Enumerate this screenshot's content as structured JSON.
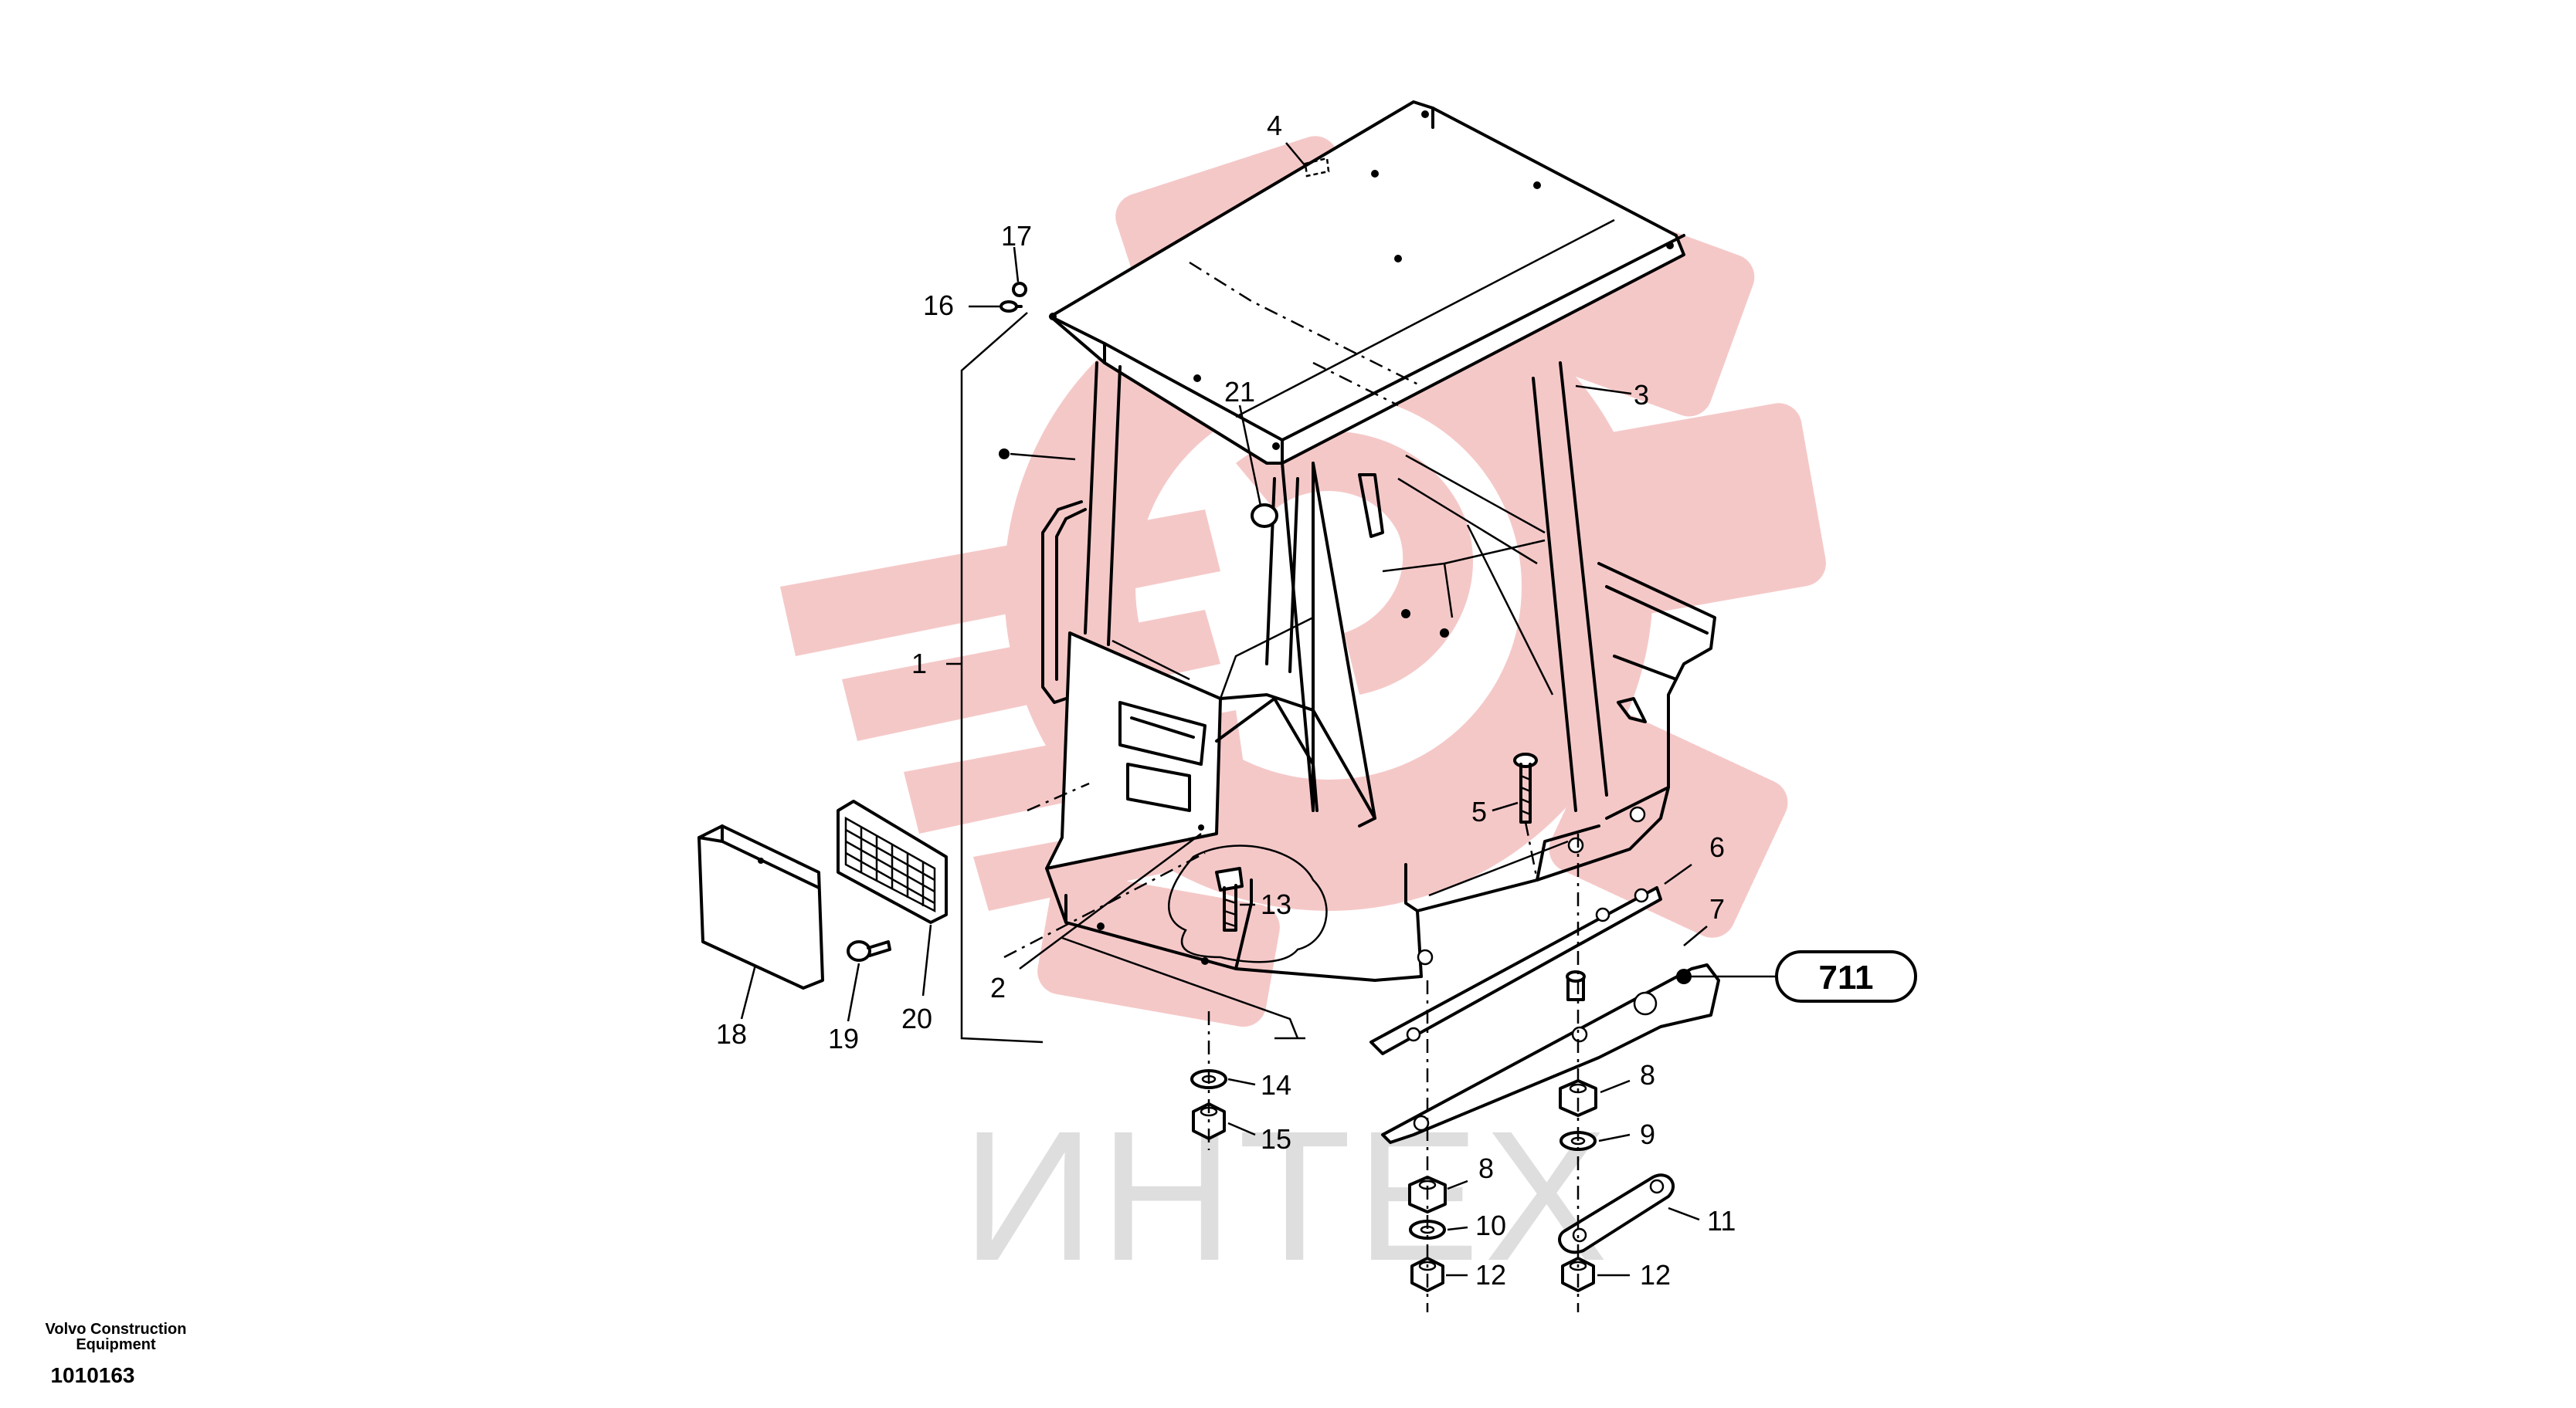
{
  "watermark": {
    "text": "ИНТЕХ",
    "logo_color": "#f4c2c2",
    "text_color": "#dedede"
  },
  "callouts": [
    {
      "id": "c1",
      "label": "1"
    },
    {
      "id": "c2",
      "label": "2"
    },
    {
      "id": "c3",
      "label": "3"
    },
    {
      "id": "c4",
      "label": "4"
    },
    {
      "id": "c5",
      "label": "5"
    },
    {
      "id": "c6",
      "label": "6"
    },
    {
      "id": "c7",
      "label": "7"
    },
    {
      "id": "c8a",
      "label": "8"
    },
    {
      "id": "c8b",
      "label": "8"
    },
    {
      "id": "c9",
      "label": "9"
    },
    {
      "id": "c10",
      "label": "10"
    },
    {
      "id": "c11",
      "label": "11"
    },
    {
      "id": "c12a",
      "label": "12"
    },
    {
      "id": "c12b",
      "label": "12"
    },
    {
      "id": "c13",
      "label": "13"
    },
    {
      "id": "c14",
      "label": "14"
    },
    {
      "id": "c15",
      "label": "15"
    },
    {
      "id": "c16",
      "label": "16"
    },
    {
      "id": "c17",
      "label": "17"
    },
    {
      "id": "c18",
      "label": "18"
    },
    {
      "id": "c19",
      "label": "19"
    },
    {
      "id": "c20",
      "label": "20"
    },
    {
      "id": "c21",
      "label": "21"
    }
  ],
  "reference_box": {
    "label": "711"
  },
  "footer": {
    "brand_line1": "Volvo Construction",
    "brand_line2": "Equipment",
    "document_number": "1010163"
  }
}
